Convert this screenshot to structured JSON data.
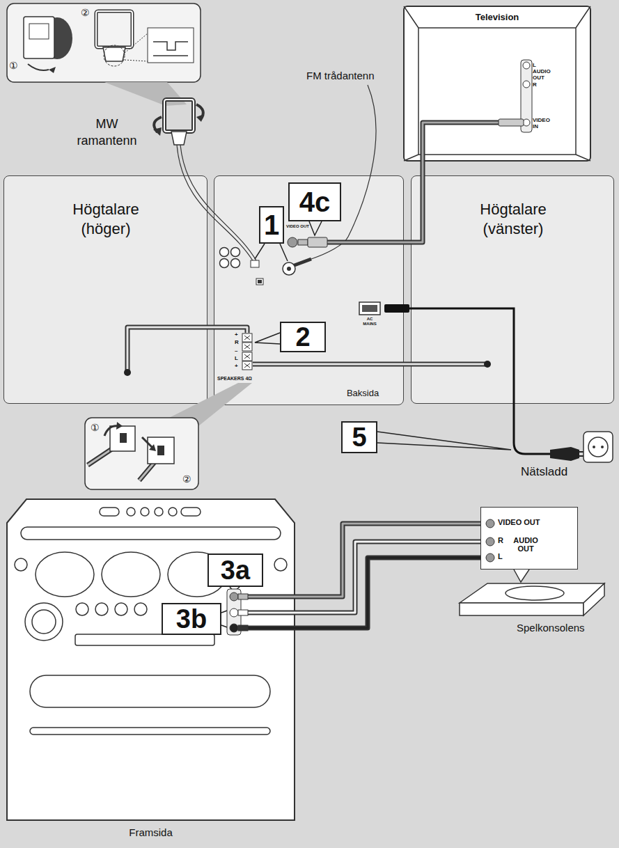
{
  "diagram": {
    "nodes": [
      {
        "text": [
          "Television"
        ]
      },
      {
        "text": [
          "Högtalare (höger)"
        ]
      },
      {
        "text": [
          "Baksida"
        ]
      },
      {
        "text": [
          "Högtalare (vänster)"
        ]
      },
      {
        "text": [
          "Framsida"
        ]
      },
      {
        "text": [
          "VIDEO OUT",
          "R",
          "AUDIO OUT",
          "L"
        ]
      }
    ],
    "edges": [
      {
        "from": 0,
        "to": 2,
        "arrow": "none"
      },
      {
        "from": 1,
        "to": 2,
        "arrow": "none"
      },
      {
        "from": 3,
        "to": 2,
        "arrow": "none"
      },
      {
        "from": 5,
        "to": 4,
        "arrow": "none"
      },
      {
        "from": 5,
        "to": 4,
        "arrow": "none"
      },
      {
        "from": 5,
        "to": 4,
        "arrow": "none"
      }
    ],
    "labels": [
      "①",
      "②",
      "MW ramantenn",
      "FM trådantenn",
      "L",
      "AUDIO OUT",
      "R",
      "VIDEO IN",
      "1",
      "4c",
      "VIDEO OUT",
      "AC MAINS",
      "+",
      "R",
      "–",
      "L",
      "+",
      "SPEAKERS 4Ω",
      "2",
      "①",
      "②",
      "5",
      "Nätsladd",
      "3a",
      "3b",
      "Spelkonsolens"
    ]
  }
}
